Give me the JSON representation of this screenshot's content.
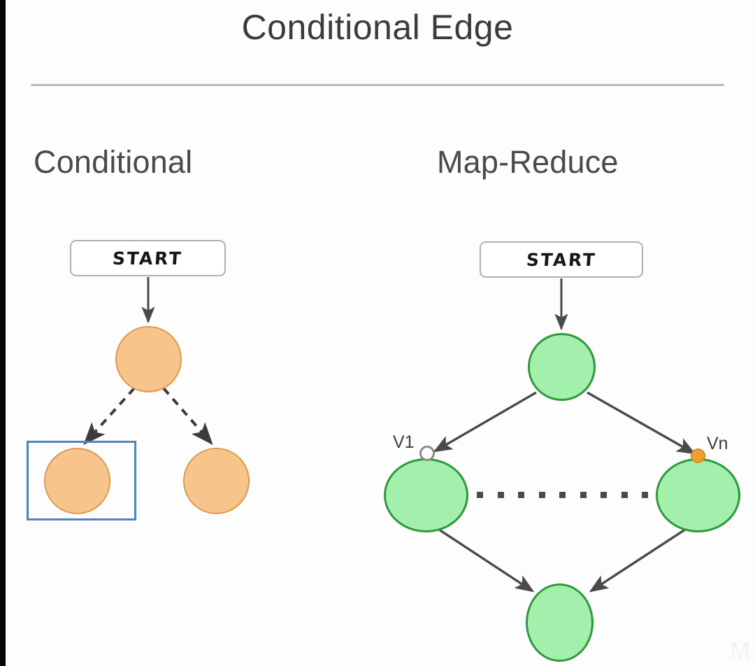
{
  "slide": {
    "title": "Conditional Edge",
    "background_color": "#fdfdfd",
    "title_color": "#3b3b3b",
    "rule_color": "#b8b8b8"
  },
  "panels": [
    {
      "id": "conditional",
      "heading": "Conditional",
      "start_label": "START",
      "node_fill": "#f7c48c",
      "node_stroke": "#e09a4e",
      "edge_style": "dashed",
      "selection": {
        "present": true,
        "color": "#5782b8",
        "target": "left-child-node"
      },
      "nodes": [
        {
          "name": "root-node",
          "caption": ""
        },
        {
          "name": "left-child-node",
          "caption": ""
        },
        {
          "name": "right-child-node",
          "caption": ""
        }
      ]
    },
    {
      "id": "map-reduce",
      "heading": "Map-Reduce",
      "start_label": "START",
      "node_fill": "#a3efac",
      "node_stroke": "#2f9a3c",
      "edge_style": "solid",
      "ellipsis_dot_count": 9,
      "nodes": [
        {
          "name": "map-root-node",
          "caption": ""
        },
        {
          "name": "worker-node-v1",
          "caption": "V1"
        },
        {
          "name": "worker-node-vn",
          "caption": "Vn"
        },
        {
          "name": "reduce-node",
          "caption": ""
        }
      ],
      "handles": [
        {
          "name": "v1-endpoint-handle",
          "style": "hollow",
          "color": "#ffffff"
        },
        {
          "name": "vn-endpoint-handle",
          "style": "filled",
          "color": "#f0a030"
        }
      ]
    }
  ],
  "watermark": "M"
}
